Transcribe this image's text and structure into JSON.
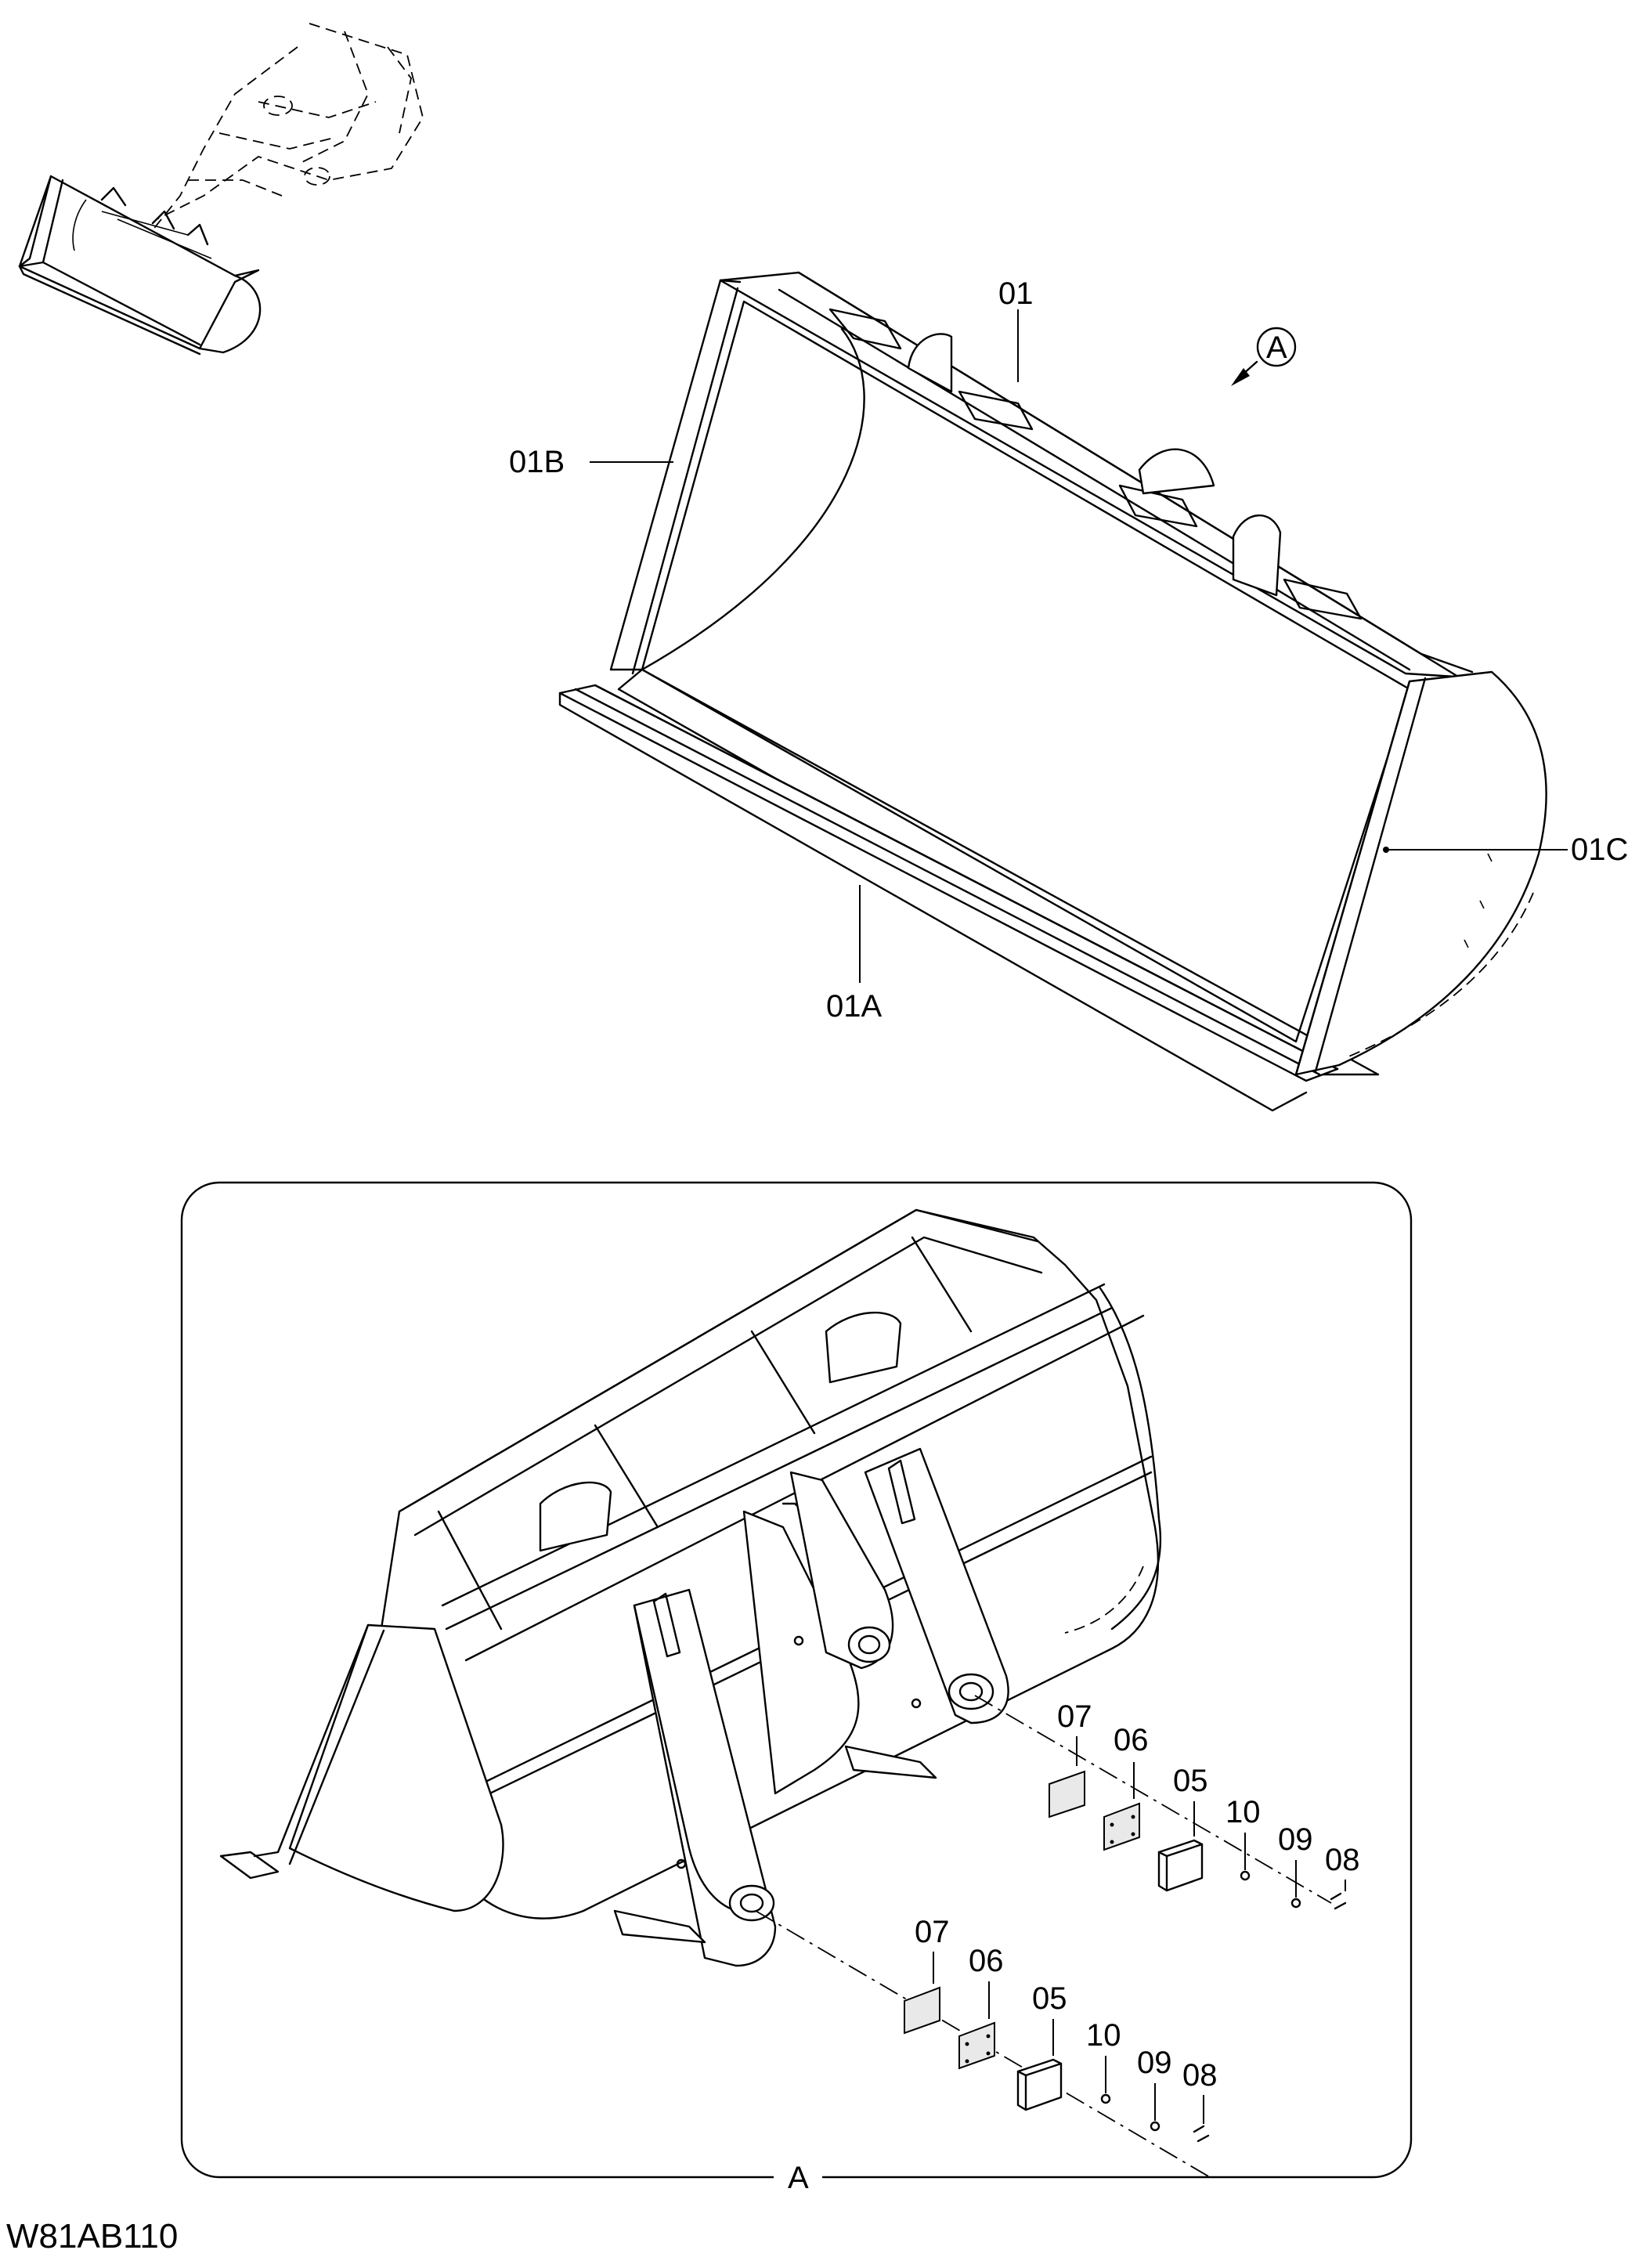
{
  "drawing": {
    "code": "W81AB110",
    "view_label": "A",
    "view_marker": "A"
  },
  "callouts": {
    "part_01": "01",
    "part_01A": "01A",
    "part_01B": "01B",
    "part_01C": "01C"
  },
  "detail_upper": {
    "p07": "07",
    "p06": "06",
    "p05": "05",
    "p10": "10",
    "p09": "09",
    "p08": "08"
  },
  "detail_lower": {
    "p07": "07",
    "p06": "06",
    "p05": "05",
    "p10": "10",
    "p09": "09",
    "p08": "08"
  }
}
